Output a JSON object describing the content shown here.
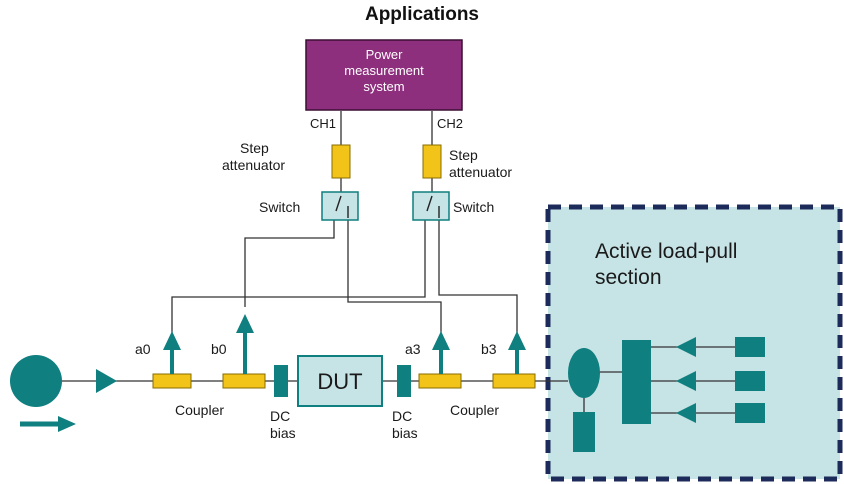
{
  "title": "Applications",
  "power_system": {
    "line1": "Power",
    "line2": "measurement",
    "line3": "system"
  },
  "channels": {
    "ch1": "CH1",
    "ch2": "CH2"
  },
  "step_attenuator": {
    "line1": "Step",
    "line2": "attenuator"
  },
  "switch_label": "Switch",
  "ports": {
    "a0": "a0",
    "b0": "b0",
    "a3": "a3",
    "b3": "b3"
  },
  "coupler_label": "Coupler",
  "dc_bias": {
    "line1": "DC",
    "line2": "bias"
  },
  "dut_label": "DUT",
  "load_pull": {
    "line1": "Active load-pull",
    "line2": "section"
  },
  "colors": {
    "teal": "#0f7f7f",
    "yellow": "#f2c318",
    "purple": "#8e2f7e",
    "light_blue": "#c6e3e6",
    "navy": "#1c2b5a"
  }
}
